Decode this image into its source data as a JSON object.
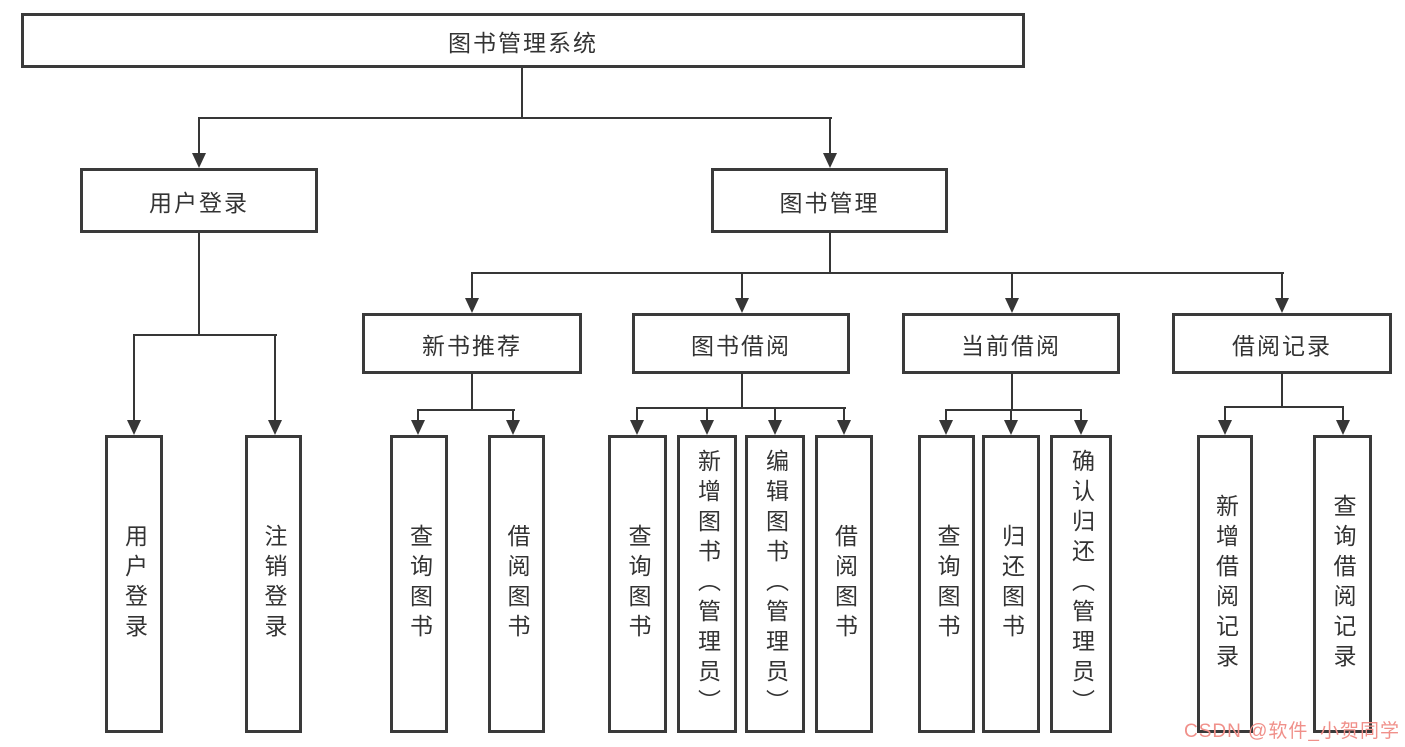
{
  "nodes": {
    "root": "图书管理系统",
    "level2": [
      "用户登录",
      "图书管理"
    ],
    "level3": [
      "新书推荐",
      "图书借阅",
      "当前借阅",
      "借阅记录"
    ],
    "leaves_user": [
      "用户登录",
      "注销登录"
    ],
    "leaves_recommend": [
      "查询图书",
      "借阅图书"
    ],
    "leaves_borrow": [
      "查询图书",
      "新增图书（管理员）",
      "编辑图书（管理员）",
      "借阅图书"
    ],
    "leaves_current": [
      "查询图书",
      "归还图书",
      "确认归还（管理员）"
    ],
    "leaves_records": [
      "新增借阅记录",
      "查询借阅记录"
    ]
  },
  "colors": {
    "line": "#363636",
    "watermark": "#f0908a"
  },
  "watermark": {
    "text": "CSDN @软件_小贺同学"
  }
}
